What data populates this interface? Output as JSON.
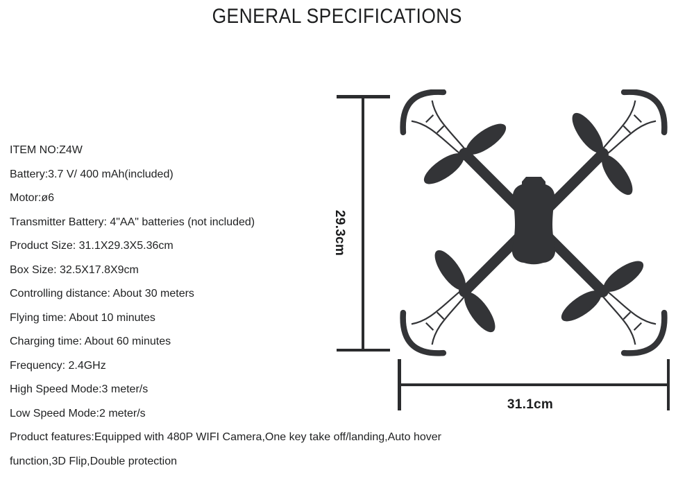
{
  "title": "GENERAL SPECIFICATIONS",
  "specs": {
    "items": [
      "ITEM NO:Z4W",
      "Battery:3.7 V/ 400 mAh(included)",
      "Motor:ø6",
      "Transmitter Battery: 4\"AA\" batteries (not included)",
      "Product Size: 31.1X29.3X5.36cm",
      "Box Size: 32.5X17.8X9cm",
      "Controlling distance: About 30 meters",
      "Flying time: About 10 minutes",
      "Charging time: About 60 minutes",
      "Frequency: 2.4GHz",
      "High Speed Mode:3 meter/s",
      "Low Speed Mode:2 meter/s"
    ],
    "features_line1": "Product features:Equipped with 480P WIFI Camera,One key take off/landing,Auto hover",
    "features_line2": "function,3D Flip,Double protection"
  },
  "diagram": {
    "height_label": "29.3cm",
    "width_label": "31.1cm"
  },
  "colors": {
    "text": "#1f2021",
    "silhouette": "#333437",
    "dimension_lines": "#2b2c2e",
    "background": "#ffffff"
  }
}
